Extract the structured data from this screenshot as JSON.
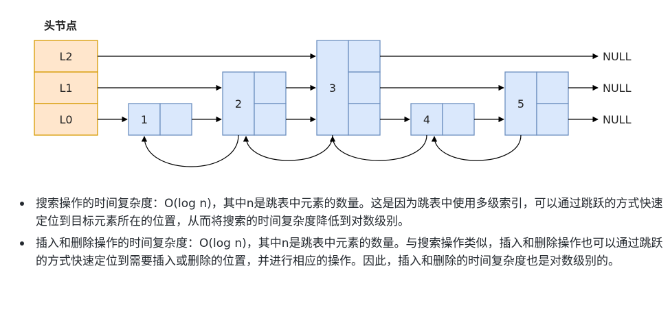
{
  "header": {
    "title": "头节点"
  },
  "levels": [
    "L2",
    "L1",
    "L0"
  ],
  "nodes": [
    "1",
    "2",
    "3",
    "4",
    "5"
  ],
  "null_label": "NULL",
  "colors": {
    "head_fill": "#ffe6cc",
    "head_stroke": "#d79b00",
    "node_fill": "#dae8fc",
    "node_stroke": "#6c8ebf",
    "line": "#000000"
  },
  "bullets": [
    "搜索操作的时间复杂度：O(log n)，其中n是跳表中元素的数量。这是因为跳表中使用多级索引，可以通过跳跃的方式快速定位到目标元素所在的位置，从而将搜索的时间复杂度降低到对数级别。",
    "插入和删除操作的时间复杂度：O(log n)，其中n是跳表中元素的数量。与搜索操作类似，插入和删除操作也可以通过跳跃的方式快速定位到需要插入或删除的位置，并进行相应的操作。因此，插入和删除的时间复杂度也是对数级别的。"
  ]
}
